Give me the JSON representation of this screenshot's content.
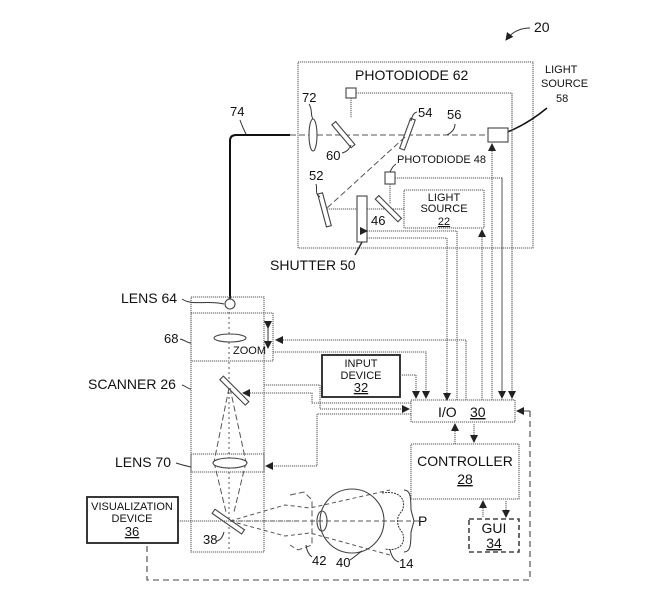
{
  "figure": {
    "reference": "20",
    "labels": {
      "photodiode_62": "PHOTODIODE 62",
      "light_source_58": [
        "LIGHT",
        "SOURCE",
        "58"
      ],
      "photodiode_48": "PHOTODIODE 48",
      "light_source_22": [
        "LIGHT",
        "SOURCE",
        "22"
      ],
      "shutter_50": "SHUTTER 50",
      "lens_64": "LENS 64",
      "zoom": "ZOOM",
      "scanner_26": "SCANNER 26",
      "lens_70": "LENS 70",
      "input_device_32": [
        "INPUT",
        "DEVICE",
        "32"
      ],
      "io_30": [
        "I/O",
        "30"
      ],
      "controller_28": [
        "CONTROLLER",
        "28"
      ],
      "gui_34": [
        "GUI",
        "34"
      ],
      "visualization_device_36": [
        "VISUALIZATION",
        "DEVICE",
        "36"
      ],
      "patient": "P"
    },
    "reference_numerals": {
      "n72": "72",
      "n74": "74",
      "n54": "54",
      "n56": "56",
      "n60": "60",
      "n52": "52",
      "n46": "46",
      "n68": "68",
      "n38": "38",
      "n42": "42",
      "n40": "40",
      "n14": "14"
    }
  }
}
